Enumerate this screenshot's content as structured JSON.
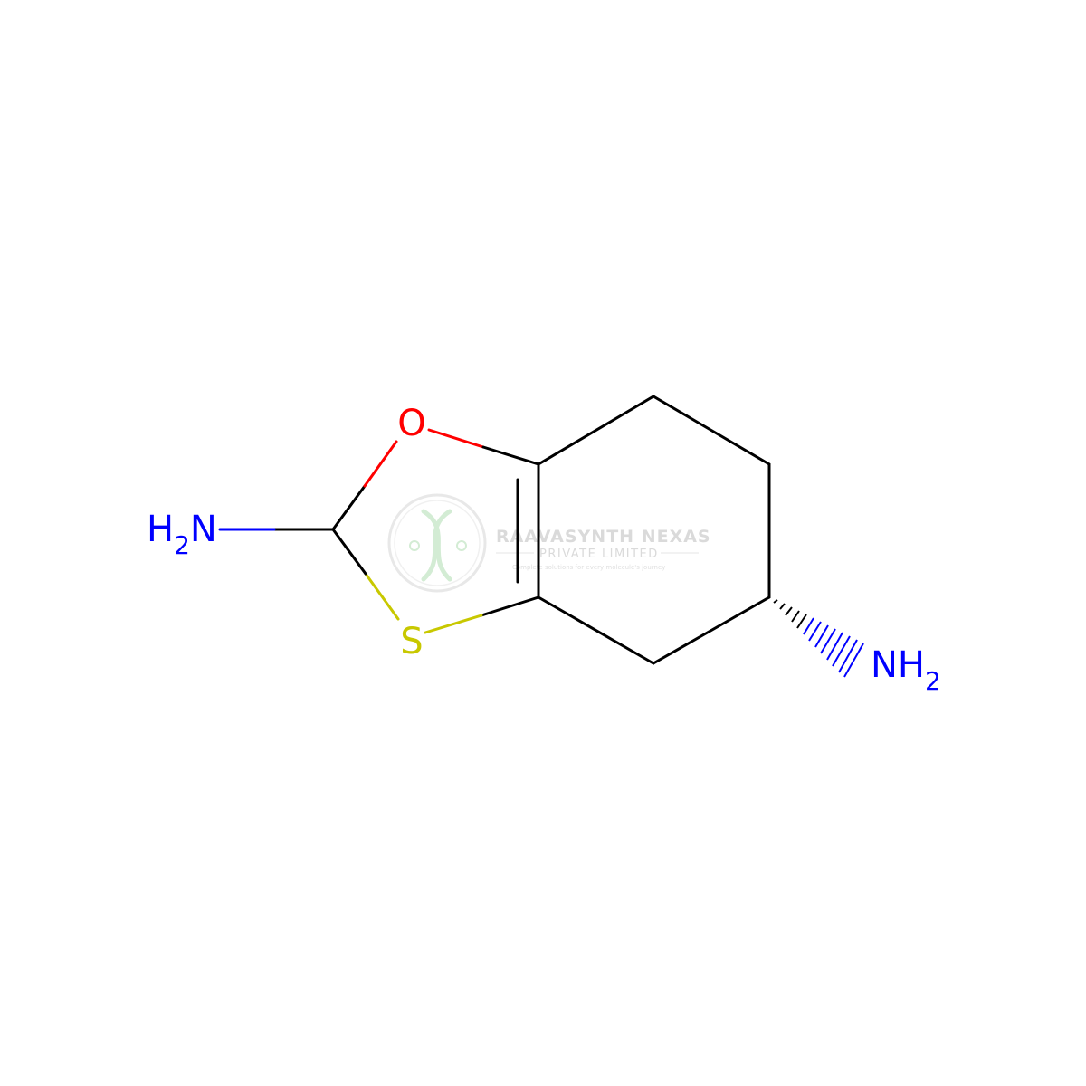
{
  "molecule": {
    "atoms": {
      "oxygen": "O",
      "sulfur": "S",
      "amine_left": {
        "prefix": "H",
        "sub": "2",
        "suffix": "N"
      },
      "amine_right": {
        "prefix": "NH",
        "sub": "2"
      }
    },
    "colors": {
      "bond": "#000000",
      "oxygen": "#ff0000",
      "sulfur": "#c8c800",
      "nitrogen": "#0000ff"
    }
  },
  "watermark": {
    "company": "RAAVASYNTH NEXAS",
    "subtitle": "PRIVATE LIMITED",
    "tagline": "Complete solutions for every molecule's journey",
    "colors": {
      "text": "#d3d3d3",
      "logo": "#b5e0b5"
    }
  }
}
